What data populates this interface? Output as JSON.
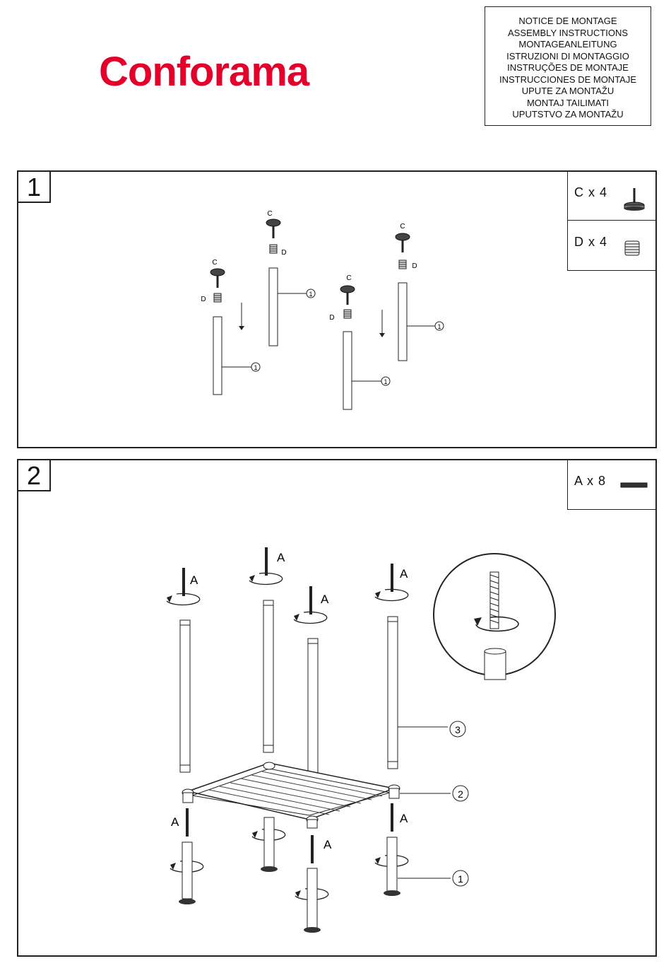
{
  "header": {
    "brand": "Conforama",
    "brand_color": "#e3002b",
    "notice_lines": [
      "NOTICE DE MONTAGE",
      "ASSEMBLY INSTRUCTIONS",
      "MONTAGEANLEITUNG",
      "ISTRUZIONI DI MONTAGGIO",
      "INSTRUÇÕES DE MONTAJE",
      "INSTRUCCIONES DE MONTAJE",
      "UPUTE ZA MONTAŽU",
      "MONTAJ TAILIMATI",
      "UPUTSTVO ZA MONTAŽU"
    ]
  },
  "steps": [
    {
      "number": "1",
      "parts": [
        {
          "label": "C x 4",
          "icon": "adjustable-foot-icon"
        },
        {
          "label": "D x 4",
          "icon": "threaded-insert-icon"
        }
      ],
      "callouts": {
        "foot": "C",
        "insert": "D",
        "leg": "1"
      }
    },
    {
      "number": "2",
      "parts": [
        {
          "label": "A x 8",
          "icon": "threaded-rod-icon"
        }
      ],
      "callouts": {
        "rod": "A",
        "leg": "1",
        "shelf": "2",
        "upper_leg": "3"
      }
    }
  ]
}
